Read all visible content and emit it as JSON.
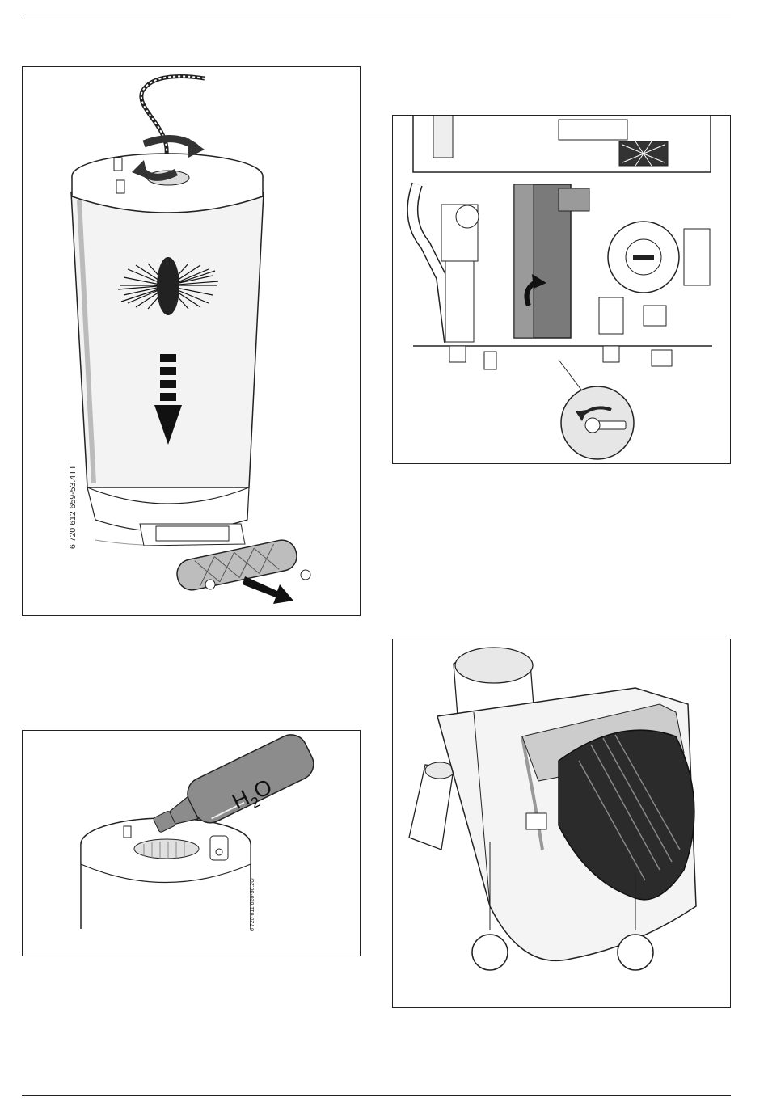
{
  "figures": {
    "fig1": {
      "code": "6 720 612 659-53.4TT"
    },
    "fig2": {
      "code": "6 720 611 626-56.2O",
      "bottle_label": "H",
      "bottle_sub": "2",
      "bottle_label_end": "O"
    },
    "fig3": {},
    "fig4": {
      "callouts": [
        "",
        ""
      ]
    }
  },
  "colors": {
    "line": "#222222",
    "frame_bg": "#ffffff",
    "grey_body": "#e6e6e6",
    "dark_part": "#2b2b2b",
    "arrow": "#1a1a1a"
  }
}
